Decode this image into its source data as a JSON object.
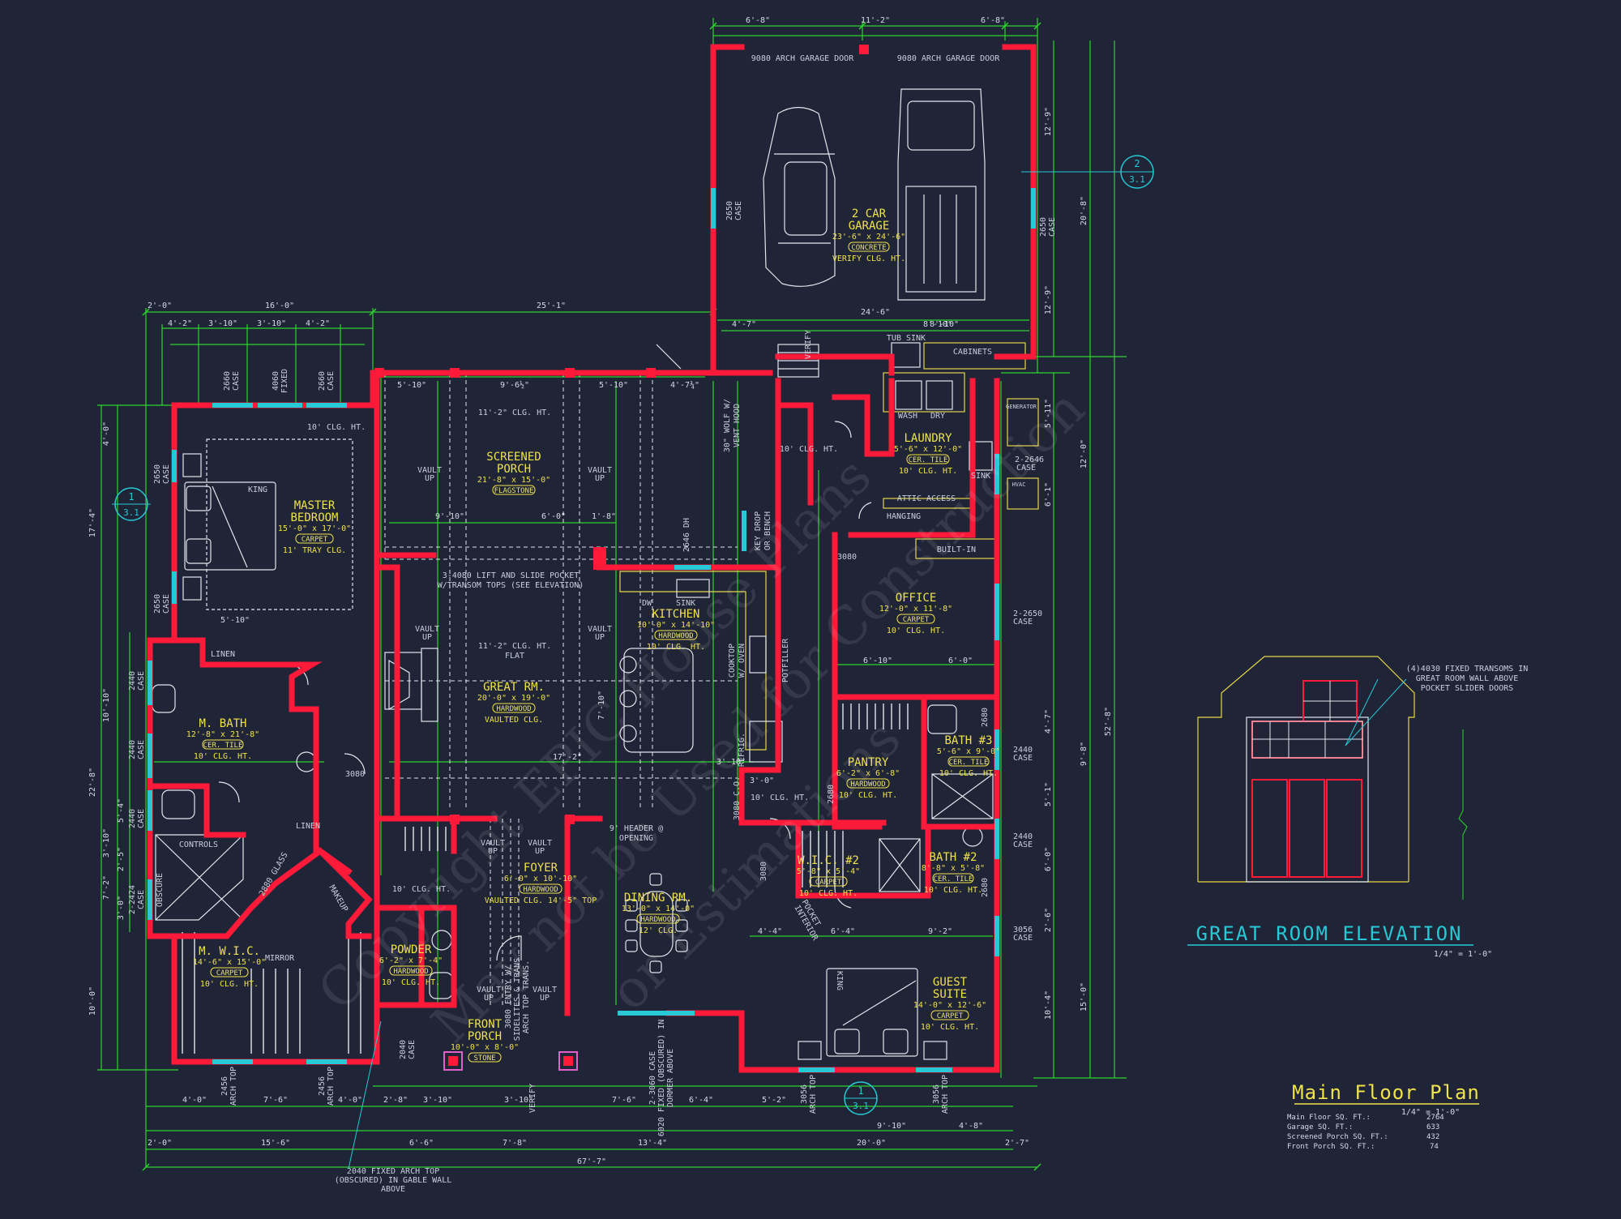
{
  "plan": {
    "title": "Main Floor Plan",
    "scale": "1/4\" = 1'-0\"",
    "stats": [
      {
        "label": "Main Floor SQ. FT.:",
        "value": "2764"
      },
      {
        "label": "Garage SQ. FT.:",
        "value": "633"
      },
      {
        "label": "Screened Porch SQ. FT.:",
        "value": "432"
      },
      {
        "label": "Front Porch SQ. FT.:",
        "value": "74"
      }
    ]
  },
  "elevation": {
    "title": "GREAT ROOM ELEVATION",
    "scale": "1/4\" = 1'-0\"",
    "note": [
      "(4)4030 FIXED TRANSOMS  IN",
      "GREAT ROOM WALL ABOVE",
      "POCKET SLIDER DOORS"
    ]
  },
  "rooms": [
    {
      "id": "garage",
      "name": [
        "2 CAR",
        "GARAGE"
      ],
      "size": "23'-6\" x 24'-6\"",
      "finish": "CONCRETE",
      "note": "VERIFY CLG. HT."
    },
    {
      "id": "master",
      "name": [
        "MASTER",
        "BEDROOM"
      ],
      "size": "15'-0\" x 17'-0\"",
      "finish": "CARPET",
      "note": "11' TRAY CLG."
    },
    {
      "id": "porch",
      "name": [
        "SCREENED",
        "PORCH"
      ],
      "size": "21'-8\" x 15'-0\"",
      "finish": "FLAGSTONE",
      "note": ""
    },
    {
      "id": "great",
      "name": [
        "GREAT RM."
      ],
      "size": "20'-0\" x 19'-0\"",
      "finish": "HARDWOOD",
      "note": "VAULTED CLG."
    },
    {
      "id": "kitchen",
      "name": [
        "KITCHEN"
      ],
      "size": "10'-0\" x 14'-10\"",
      "finish": "HARDWOOD",
      "note": "10' CLG. HT."
    },
    {
      "id": "laundry",
      "name": [
        "LAUNDRY"
      ],
      "size": "5'-6\" x 12'-0\"",
      "finish": "CER. TILE",
      "note": "10' CLG. HT."
    },
    {
      "id": "office",
      "name": [
        "OFFICE"
      ],
      "size": "12'-0\" x 11'-8\"",
      "finish": "CARPET",
      "note": "10' CLG. HT."
    },
    {
      "id": "mbath",
      "name": [
        "M. BATH"
      ],
      "size": "12'-8\" x 21'-8\"",
      "finish": "CER. TILE",
      "note": "10' CLG. HT."
    },
    {
      "id": "pantry",
      "name": [
        "PANTRY"
      ],
      "size": "6'-2\" x 6'-8\"",
      "finish": "HARDWOOD",
      "note": "10' CLG. HT."
    },
    {
      "id": "bath3",
      "name": [
        "BATH #3"
      ],
      "size": "5'-6\" x 9'-0\"",
      "finish": "CER. TILE",
      "note": "10' CLG. HT."
    },
    {
      "id": "foyer",
      "name": [
        "FOYER"
      ],
      "size": "6'-0\" x 10'-10\"",
      "finish": "HARDWOOD",
      "note": "VAULTED CLG. 14'-5\" TOP"
    },
    {
      "id": "dining",
      "name": [
        "DINING RM."
      ],
      "size": "13'-0\" x 14'-0\"",
      "finish": "HARDWOOD",
      "note": "12' CLG."
    },
    {
      "id": "wic2",
      "name": [
        "W.I.C. #2"
      ],
      "size": "5'-8\" x 5'-4\"",
      "finish": "CARPET",
      "note": "10' CLG. HT."
    },
    {
      "id": "bath2",
      "name": [
        "BATH #2"
      ],
      "size": "8'-8\" x 5'-8\"",
      "finish": "CER. TILE",
      "note": "10' CLG. HT."
    },
    {
      "id": "mwic",
      "name": [
        "M. W.I.C."
      ],
      "size": "14'-6\" x 15'-0\"",
      "finish": "CARPET",
      "note": "10' CLG. HT."
    },
    {
      "id": "powder",
      "name": [
        "POWDER"
      ],
      "size": "6'-2\" x 7'-4\"",
      "finish": "HARDWOOD",
      "note": "10' CLG. HT."
    },
    {
      "id": "front",
      "name": [
        "FRONT",
        "PORCH"
      ],
      "size": "10'-0\" x 8'-0\"",
      "finish": "STONE",
      "note": ""
    },
    {
      "id": "guest",
      "name": [
        "GUEST",
        "SUITE"
      ],
      "size": "14'-0\" x 12'-6\"",
      "finish": "CARPET",
      "note": "10' CLG. HT."
    }
  ],
  "labels": {
    "garage_door": "9080 ARCH GARAGE DOOR",
    "tub_sink": "TUB SINK",
    "cabinets": "CABINETS",
    "wash": "WASH",
    "dry": "DRY",
    "sink": "SINK",
    "attic": "ATTIC ACCESS",
    "hanging": "HANGING",
    "built_in": "BUILT-IN",
    "linen": "LINEN",
    "controls": "CONTROLS",
    "mirror": "MIRROR",
    "obscure": "OBSCURE",
    "dw": "DW",
    "sink2": "SINK",
    "cooktop": "COOKTOP",
    "oven": "W/ OVEN",
    "refrig": "REFRIG.",
    "potfiller": "POTFILLER",
    "key_drop": "KEY DROP",
    "or_bench": "OR BENCH",
    "wolf": "30\" WOLF W/",
    "vent": "VENT HOOD",
    "pocket": "3-4080 LIFT AND SLIDE POCKET",
    "transom": "W/TRANSOM TOPS (SEE ELEVATION)",
    "header": "9' HEADER @",
    "opening": "OPENING",
    "vault": "VAULT",
    "up": "UP",
    "flat": "FLAT",
    "clg_11_2": "11'-2\" CLG. HT.",
    "clg_10": "10' CLG. HT.",
    "generator": "GENERATOR",
    "hvac": "HVAC",
    "king": "KING",
    "fixed_arch": [
      "2040 FIXED ARCH TOP",
      "(OBSCURED) IN GABLE WALL",
      "ABOVE"
    ]
  },
  "dims": {
    "top": [
      "6'-8\"",
      "11'-2\"",
      "6'-8\""
    ],
    "upper": [
      "2'-0\"",
      "16'-0\"",
      "25'-1\""
    ],
    "upper2": [
      "4'-2\"",
      "3'-10\"",
      "3'-10\"",
      "4'-2\""
    ],
    "porch": [
      "5'-10\"",
      "9'-6½\"",
      "5'-10\"",
      "4'-7¾\""
    ],
    "garage_w": "24'-6\"",
    "garage_sub": [
      "4'-7\"",
      "8'-10\""
    ],
    "bottom1": [
      "4'-0\"",
      "7'-6\"",
      "4'-0\"",
      "2'-8\"",
      "3'-10\"",
      "3'-10\"",
      "7'-6\"",
      "6'-4\"",
      "5'-2\"",
      "9'-10\"",
      "4'-8\""
    ],
    "bottom2": [
      "2'-0\"",
      "15'-6\"",
      "6'-6\"",
      "7'-8\"",
      "13'-4\"",
      "20'-0\"",
      "2'-7\""
    ],
    "total": "67'-7\"",
    "right": [
      "12'-9\"",
      "20'-8\"",
      "12'-9\"",
      "5'-11\"",
      "12'-0\"",
      "6'-1\"",
      "52'-8\"",
      "15'-0\"",
      "10'-4\"",
      "9'-8\"",
      "4'-7\"",
      "5'-1\"",
      "6'-0\"",
      "2'-6\""
    ],
    "left": [
      "4'-0\"",
      "17'-4\"",
      "10'-10\"",
      "22'-8\"",
      "10'-0\"",
      "5'-4\"",
      "2'-5\"",
      "7'-2\"",
      "3'-0\"",
      "3'-10\""
    ],
    "interior": [
      "9'-10\"",
      "6'-0\"",
      "1'-8\"",
      "5'-10\"",
      "17'-2\"",
      "7'-10\"",
      "6'-4\"",
      "4'-4\"",
      "9'-2\"",
      "6'-10\"",
      "6'-0\"",
      "8'-10\"",
      "3'-0\"",
      "3'-10\""
    ]
  },
  "windows": {
    "w2660": "2660",
    "case": "CASE",
    "w4060": "4060",
    "fixed": "FIXED",
    "w2650": "2650",
    "w2440": "2440",
    "w2424": "2-2424",
    "w2646": "2-2646",
    "w22650": "2-2650",
    "w3056": "3056",
    "w2456": "2456",
    "arch_top": "ARCH TOP",
    "w2040": "2040",
    "w3080": "3080",
    "w2680": "2680",
    "w3060": "2-3060 CASE",
    "w6020": "6020 FIXED (OBSCURED) IN",
    "dormer": "DORMER ABOVE",
    "w2646dh": "2646 DH",
    "entry": "3080 ENTRY W/",
    "sidelites": "SIDELITES & TRANS.",
    "arch_trans": "ARCH TOP TRANS.",
    "verify": "VERIFY",
    "co": "3080 C.O.",
    "glass": "2880 GLASS",
    "makeup": "MAKEUP",
    "pocket_d": "POCKET",
    "interior_d": "INTERIOR"
  },
  "markers": [
    {
      "id": "m1",
      "num": "1",
      "sheet": "3.1"
    },
    {
      "id": "m2",
      "num": "2",
      "sheet": "3.1"
    },
    {
      "id": "m3",
      "num": "1",
      "sheet": "3.1"
    }
  ],
  "watermark": [
    "Copyright EPIC House Plans",
    "May not be Used for Construction",
    "or Estimations"
  ]
}
